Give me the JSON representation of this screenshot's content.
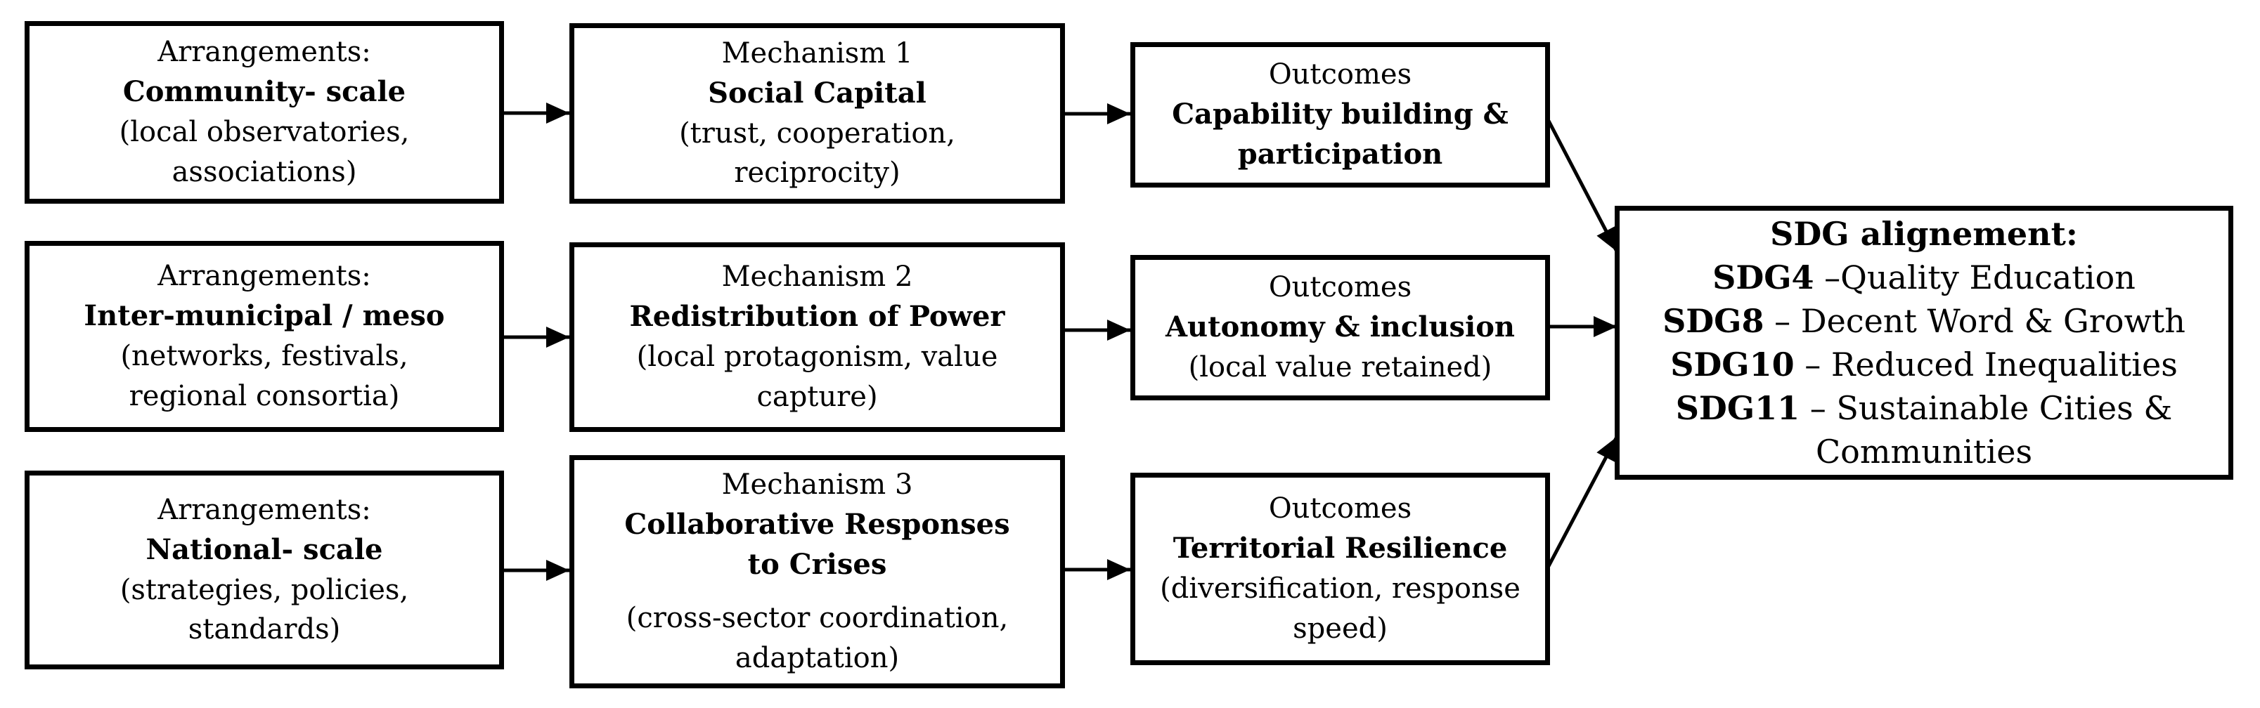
{
  "colors": {
    "ink": "#000000",
    "background": "#ffffff"
  },
  "figure": {
    "rows": [
      {
        "arrangement": {
          "label": "Arrangements:",
          "title_lines": [
            "Community- scale"
          ],
          "detail_lines": [
            "(local observatories,",
            "associations)"
          ]
        },
        "mechanism": {
          "label": "Mechanism 1",
          "title_lines": [
            "Social Capital"
          ],
          "detail_lines": [
            "(trust, cooperation,",
            "reciprocity)"
          ]
        },
        "outcome": {
          "label": "Outcomes",
          "title_lines": [
            "Capability building &",
            "participation"
          ],
          "detail_lines": []
        }
      },
      {
        "arrangement": {
          "label": "Arrangements:",
          "title_lines": [
            "Inter-municipal / meso"
          ],
          "detail_lines": [
            "(networks, festivals,",
            "regional consortia)"
          ]
        },
        "mechanism": {
          "label": "Mechanism 2",
          "title_lines": [
            "Redistribution of Power"
          ],
          "detail_lines": [
            "(local protagonism, value",
            "capture)"
          ]
        },
        "outcome": {
          "label": "Outcomes",
          "title_lines": [
            "Autonomy & inclusion"
          ],
          "detail_lines": [
            "(local value retained)"
          ]
        }
      },
      {
        "arrangement": {
          "label": "Arrangements:",
          "title_lines": [
            "National- scale"
          ],
          "detail_lines": [
            "(strategies, policies,",
            "standards)"
          ]
        },
        "mechanism": {
          "label": "Mechanism 3",
          "title_lines": [
            "Collaborative Responses",
            "to Crises"
          ],
          "detail_lines": [
            "(cross-sector coordination,",
            "adaptation)"
          ]
        },
        "outcome": {
          "label": "Outcomes",
          "title_lines": [
            "Territorial Resilience"
          ],
          "detail_lines": [
            "(diversification, response",
            "speed)"
          ]
        }
      }
    ],
    "sdg": {
      "title": "SDG alignement:",
      "items": [
        {
          "code": "SDG4",
          "rest": " –Quality Education"
        },
        {
          "code": "SDG8",
          "rest": " – Decent Word & Growth"
        },
        {
          "code": "SDG10",
          "rest": " – Reduced Inequalities"
        },
        {
          "code": "SDG11",
          "rest": " – Sustainable Cities &"
        }
      ],
      "wrap_line": "Communities"
    }
  }
}
